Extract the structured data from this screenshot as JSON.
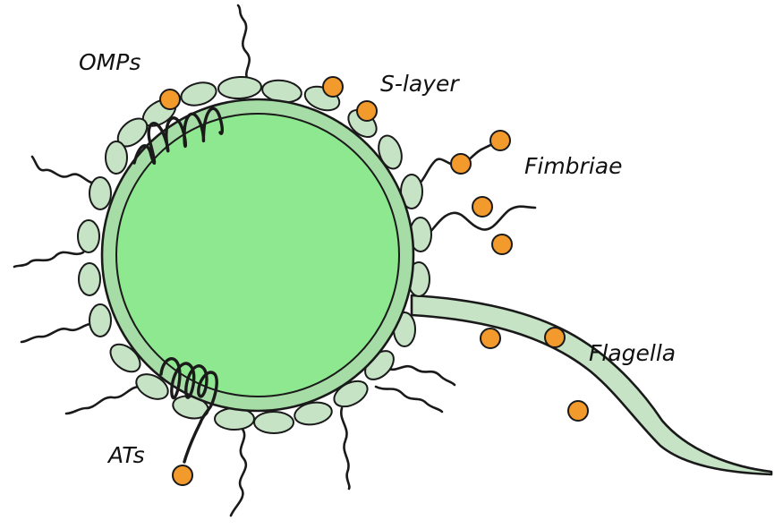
{
  "labels": {
    "omps": "OMPs",
    "s_layer": "S-layer",
    "fimbriae": "Fimbriae",
    "flagella": "Flagella",
    "ats": "ATs"
  },
  "colors": {
    "cell_fill": "#8ee88f",
    "membrane_fill": "#a6dca6",
    "s_layer_fill": "#c6e3c6",
    "flagellum_fill": "#c6e3c6",
    "dot_fill": "#f39a2c",
    "outline": "#1a1a1a"
  }
}
